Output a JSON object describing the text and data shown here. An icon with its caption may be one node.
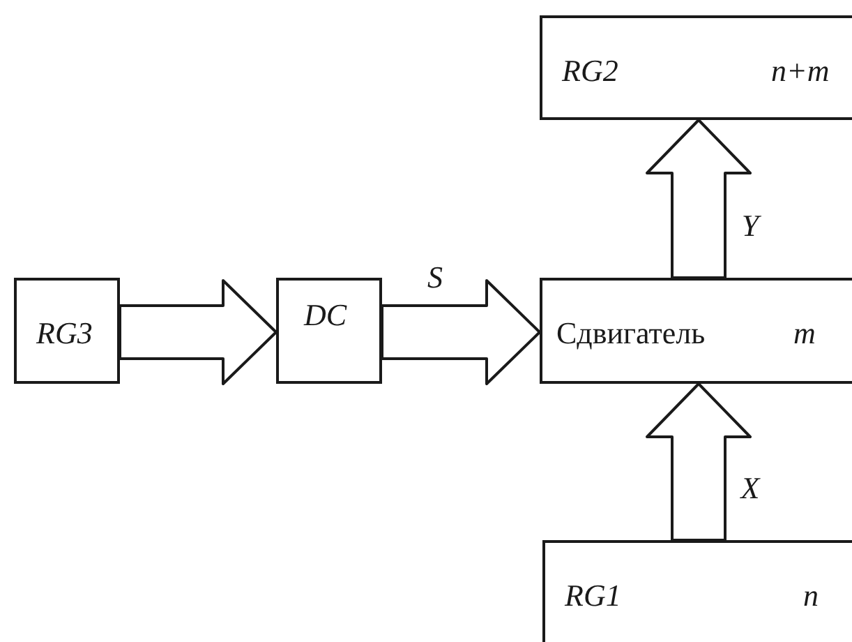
{
  "diagram": {
    "nodes": [
      {
        "text": [
          "RG2",
          "n+m"
        ]
      },
      {
        "text": [
          "RG3"
        ]
      },
      {
        "text": [
          "DC"
        ]
      },
      {
        "text": [
          "Сдвигатель",
          "m"
        ]
      },
      {
        "text": [
          "RG1",
          "n"
        ]
      }
    ],
    "edges": [
      {
        "from": 1,
        "to": 2,
        "arrow": "to",
        "style": "thick"
      },
      {
        "from": 2,
        "to": 3,
        "arrow": "to",
        "style": "thick",
        "label": "S"
      },
      {
        "from": 3,
        "to": 0,
        "arrow": "to",
        "style": "thick",
        "label": "Y"
      },
      {
        "from": 4,
        "to": 3,
        "arrow": "to",
        "style": "thick",
        "label": "X"
      }
    ]
  }
}
